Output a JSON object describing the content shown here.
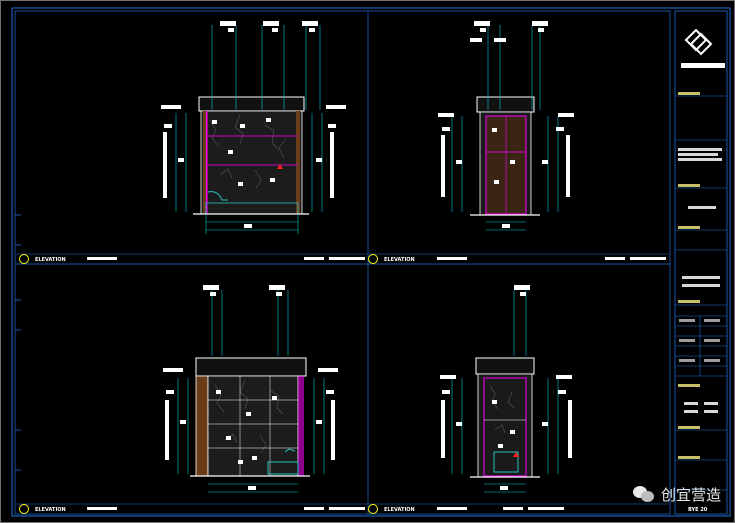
{
  "viewports": [
    {
      "id": "top-left",
      "title": "ELEVATION"
    },
    {
      "id": "top-right",
      "title": "ELEVATION"
    },
    {
      "id": "bottom-left",
      "title": "ELEVATION"
    },
    {
      "id": "bottom-right",
      "title": "ELEVATION"
    }
  ],
  "title_block": {
    "sheet_code": "BYE 20"
  },
  "watermark": {
    "text": "创宜营造",
    "icon": "wechat-icon"
  },
  "colors": {
    "background": "#000000",
    "frame": "#1f6fd6",
    "dimension": "#00c8d8",
    "outline": "#ffffff",
    "highlight": "#ff00ff",
    "marble": "#1d1d1d",
    "wood": "#6a3c18",
    "fixture": "#2ac0c0",
    "marker": "#ff2020"
  }
}
